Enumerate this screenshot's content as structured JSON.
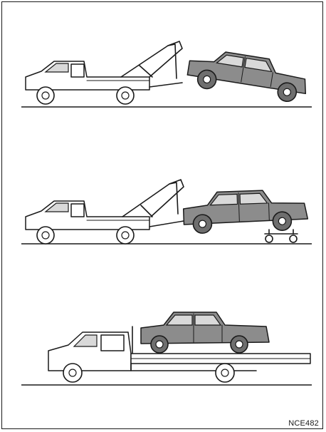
{
  "figure": {
    "code": "NCE482"
  },
  "panels": [
    {
      "id": "wheel-lift-front"
    },
    {
      "id": "wheel-lift-dollies"
    },
    {
      "id": "flatbed"
    }
  ],
  "colors": {
    "line": "#1a1a1a",
    "vehicle_fill": "#8c8c8c",
    "background": "#ffffff"
  }
}
